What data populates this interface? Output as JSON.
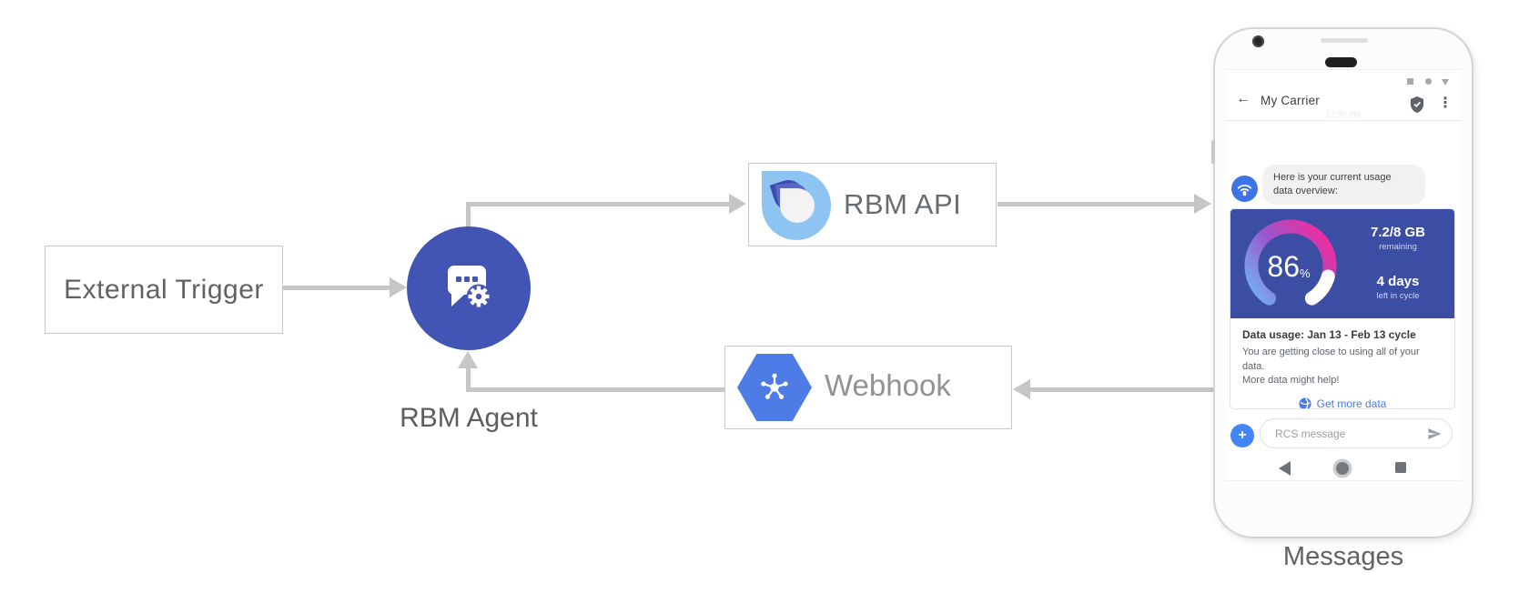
{
  "diagram": {
    "external_trigger_label": "External Trigger",
    "rbm_agent_label": "RBM Agent",
    "rbm_api_label": "RBM API",
    "webhook_label": "Webhook",
    "messages_caption": "Messages"
  },
  "phone": {
    "status_time": "12:30 PM",
    "header": {
      "back_icon": "←",
      "title": "My Carrier",
      "overflow_icon": "⋮"
    },
    "bubble": {
      "line1": "Here is your current usage",
      "line2": "data overview:"
    },
    "usage_card": {
      "percent_value": "86",
      "percent_unit": "%",
      "quota": "7.2/8 GB",
      "quota_caption": "remaining",
      "days": "4 days",
      "days_caption": "left in cycle",
      "title": "Data usage: Jan 13 - Feb 13 cycle",
      "body_line1": "You are getting close to using all of your data.",
      "body_line2": "More data might help!",
      "cta_label": "Get more data"
    },
    "compose": {
      "plus_icon": "+",
      "placeholder": "RCS message"
    }
  },
  "colors": {
    "agent_indigo": "#4355b4",
    "card_indigo": "#3c4ea3",
    "api_logo_blue": "#8ec4f2",
    "webhook_blue": "#4e7ce6",
    "accent_blue": "#4285f4",
    "cta_blue": "#4b7be0",
    "arrow_gray": "#c6c6c6",
    "gauge_gradient": [
      "#74adf2",
      "#9a55ce",
      "#ee2d9e"
    ],
    "gauge_remainder": "#ffffff"
  },
  "chart_data": {
    "type": "gauge",
    "title": "Data usage",
    "percent_used_display": 86,
    "quota_remaining_gb": 7.2,
    "quota_total_gb": 8,
    "days_left_in_cycle": 4,
    "cycle": "Jan 13 - Feb 13"
  }
}
